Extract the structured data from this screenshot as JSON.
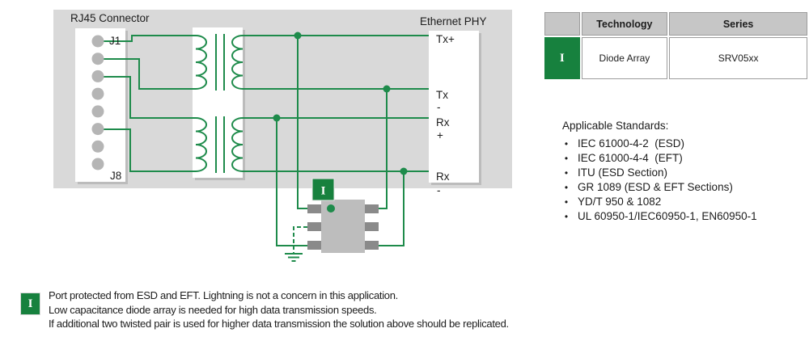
{
  "colors": {
    "wire_green": "#1E8B4B",
    "accent_green": "#17813E",
    "panel_gray": "#D9D9D9",
    "header_gray": "#C6C6C6",
    "chip_body_gray": "#BDBDBD",
    "chip_pin_gray": "#8A8A8A"
  },
  "diagram": {
    "title_left": "RJ45 Connector",
    "title_right": "Ethernet PHY",
    "connector": {
      "top_pin_label": "J1",
      "bottom_pin_label": "J8"
    },
    "phy_labels": {
      "tx_plus": "Tx+",
      "tx": "Tx",
      "tx_minus": "-",
      "rx": "Rx",
      "rx_plus": "+",
      "rx2": "Rx",
      "rx_minus": "-"
    },
    "marker": "I"
  },
  "table": {
    "headers": [
      "",
      "Technology",
      "Series"
    ],
    "rows": [
      {
        "marker": "I",
        "technology": "Diode Array",
        "series": "SRV05xx"
      }
    ]
  },
  "standards": {
    "title": "Applicable Standards:",
    "items": [
      "IEC 61000-4-2  (ESD)",
      "IEC 61000-4-4  (EFT)",
      "ITU (ESD Section)",
      "GR 1089 (ESD & EFT Sections)",
      "YD/T 950 & 1082",
      "UL 60950-1/IEC60950-1, EN60950-1"
    ]
  },
  "note": {
    "marker": "I",
    "lines": [
      "Port protected from ESD and EFT. Lightning is not a concern in this application.",
      "Low capacitance diode array is needed for high data transmission speeds.",
      "If additional two twisted pair is used for higher data transmission the solution above should be replicated."
    ]
  }
}
